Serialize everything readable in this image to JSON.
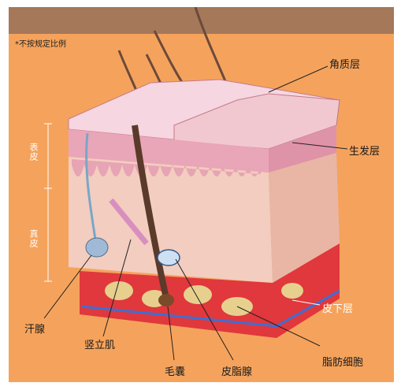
{
  "note": "*不按规定比例",
  "labels": {
    "stratum_corneum": "角质层",
    "stratum_germinativum": "生发层",
    "subcutaneous": "皮下层",
    "fat_cells": "脂肪细胞",
    "sebaceous_gland": "皮脂腺",
    "hair_follicle": "毛囊",
    "arrector_pili": "竖立肌",
    "sweat_gland": "汗腺"
  },
  "side_labels": {
    "epidermis": "表皮",
    "dermis": "真皮"
  },
  "colors": {
    "background": "#f5a35c",
    "topbar": "#a5785a",
    "epidermis": "#f1c0cc",
    "dermis": "#f3c6b4",
    "fat": "#e0383c"
  }
}
